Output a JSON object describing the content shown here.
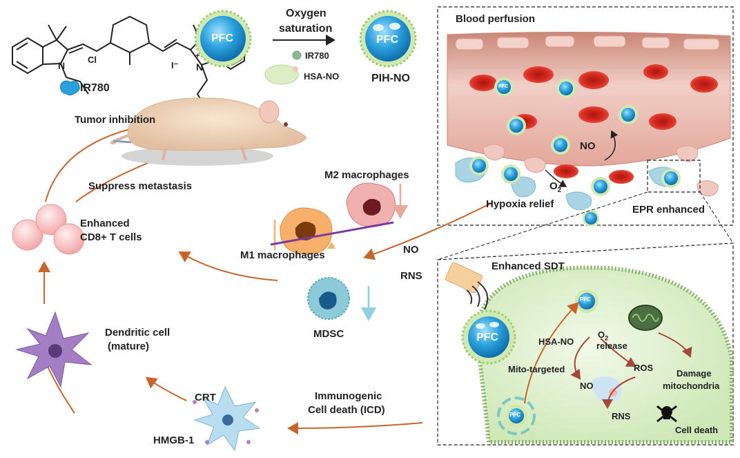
{
  "synthesis": {
    "iodide": "I⁻",
    "chloro": "Cl",
    "ir780_legend": "IR780",
    "pfc_core": "PFC",
    "arrow_top": "Oxygen",
    "arrow_bottom": "saturation",
    "ir780_item": "IR780",
    "hsa_no_item": "HSA-NO",
    "product_core": "PFC",
    "product_name": "PIH-NO"
  },
  "blood_panel": {
    "title": "Blood perfusion",
    "pfc_small": "PFC",
    "no_label": "NO",
    "o2_label": "O",
    "o2_sub": "2",
    "hypoxia": "Hypoxia relief",
    "epr": "EPR enhanced"
  },
  "sdt_panel": {
    "title": "Enhanced SDT",
    "pfc_outer": "PFC",
    "pfc_small": "PFC",
    "hsa_no": "HSA-NO",
    "o2": "O",
    "o2_sub": "2",
    "release": "release",
    "mito_targeted": "Mito-targeted",
    "no": "NO",
    "ros": "ROS",
    "damage_line1": "Damage",
    "damage_line2": "mitochondria",
    "rns": "RNS",
    "cell_death": "Cell death",
    "inner_pfc": "PFC"
  },
  "immune": {
    "tumor_inhibition": "Tumor inhibition",
    "suppress_metastasis": "Suppress metastasis",
    "cd8_line1": "Enhanced",
    "cd8_line2": "CD8+ T cells",
    "m2": "M2 macrophages",
    "m1": "M1 macrophages",
    "mdsc": "MDSC",
    "no": "NO",
    "rns": "RNS",
    "dc_line1": "Dendritic cell",
    "dc_line2": "(mature)",
    "crt": "CRT",
    "hmgb": "HMGB-1",
    "icd_line1": "Immunogenic",
    "icd_line2": "Cell death (ICD)"
  },
  "colors": {
    "arrow": "#c8642a",
    "pfc_blue": "#2aa0dc",
    "vessel": "#e8b4a8",
    "rbc": "#d62a20",
    "cell_green": "#cfe8b8"
  }
}
